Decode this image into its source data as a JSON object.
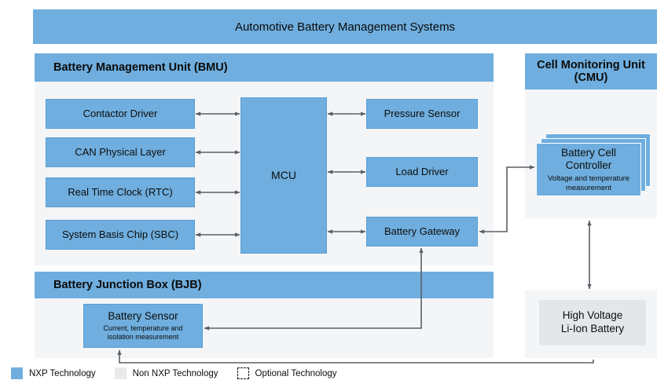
{
  "title": "Automotive Battery Management Systems",
  "colors": {
    "nxp_blue": "#6FAEDE",
    "panel_gray": "#F4F5F7",
    "non_nxp_gray": "#E4E7EA",
    "wire": "#5A5F66",
    "text": "#0D0D0D"
  },
  "sections": {
    "bmu": {
      "header": "Battery Management Unit (BMU)",
      "left_blocks": [
        {
          "label": "Contactor Driver"
        },
        {
          "label": "CAN Physical Layer"
        },
        {
          "label": "Real Time Clock (RTC)"
        },
        {
          "label": "System Basis Chip (SBC)"
        }
      ],
      "core": {
        "label": "MCU"
      },
      "right_blocks": [
        {
          "label": "Pressure Sensor"
        },
        {
          "label": "Load Driver"
        },
        {
          "label": "Battery Gateway"
        }
      ]
    },
    "cmu": {
      "header_line1": "Cell Monitoring Unit",
      "header_line2": "(CMU)",
      "controller": {
        "title_line1": "Battery Cell",
        "title_line2": "Controller",
        "subtitle_line1": "Voltage and temperature",
        "subtitle_line2": "measurement"
      }
    },
    "bjb": {
      "header": "Battery Junction Box (BJB)",
      "sensor": {
        "title": "Battery Sensor",
        "subtitle_line1": "Current, temperature and",
        "subtitle_line2": "isolation measurement"
      }
    },
    "hv_battery": {
      "label_line1": "High Voltage",
      "label_line2": "Li-Ion Battery"
    }
  },
  "legend": [
    {
      "label": "NXP Technology",
      "swatch": "solid-blue-swatch"
    },
    {
      "label": "Non NXP Technology",
      "swatch": "solid-gray-swatch"
    },
    {
      "label": "Optional Technology",
      "swatch": "dashed-outline-swatch"
    }
  ]
}
